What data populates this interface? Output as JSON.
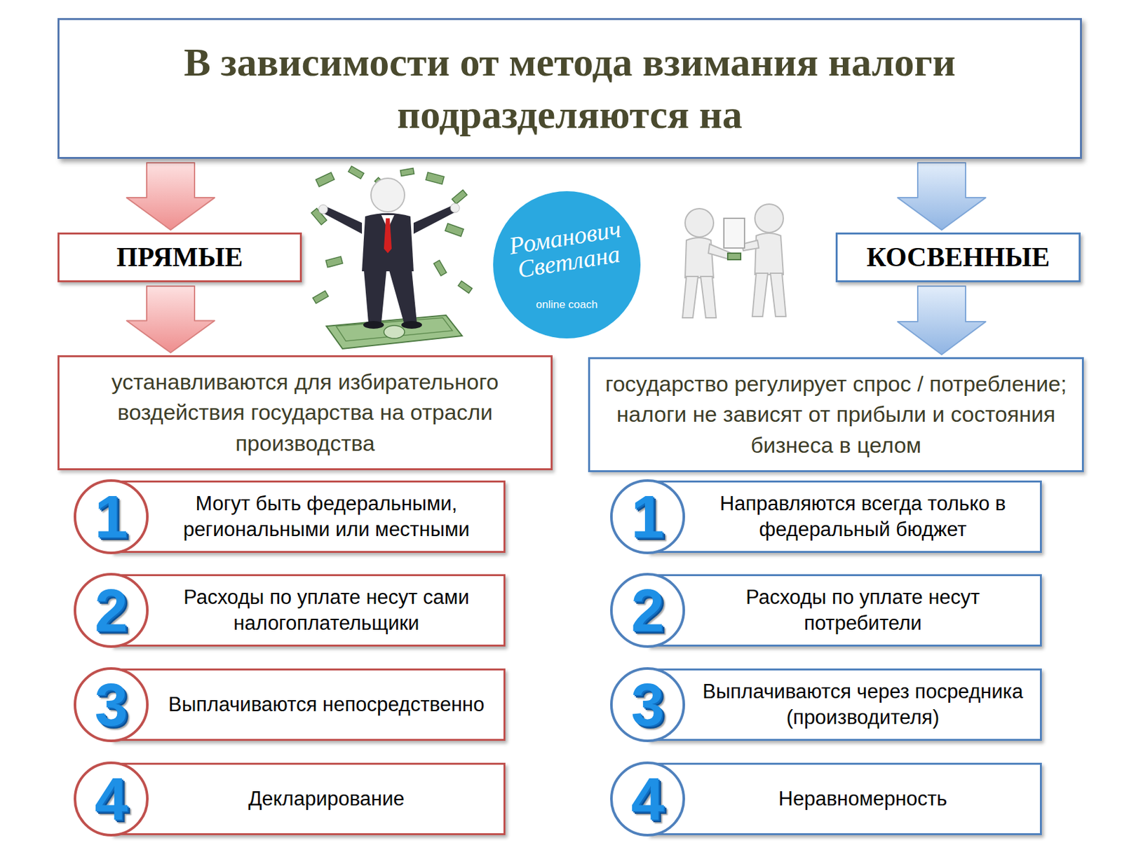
{
  "diagram": {
    "nodes": [
      {
        "text": [
          "В зависимости от метода взимания налоги подразделяются на"
        ]
      },
      {
        "text": [
          "ПРЯМЫЕ"
        ]
      },
      {
        "text": [
          "КОСВЕННЫЕ"
        ]
      },
      {
        "text": [
          "устанавливаются для избирательного воздействия государства на отрасли производства"
        ]
      },
      {
        "text": [
          "государство регулирует спрос / потребление; налоги не зависят от прибыли и состояния бизнеса в целом"
        ]
      },
      {
        "text": [
          "1"
        ]
      },
      {
        "text": [
          "Могут быть федеральными, региональными или местными"
        ]
      },
      {
        "text": [
          "2"
        ]
      },
      {
        "text": [
          "Расходы по уплате несут сами налогоплательщики"
        ]
      },
      {
        "text": [
          "3"
        ]
      },
      {
        "text": [
          "Выплачиваются непосредственно"
        ]
      },
      {
        "text": [
          "4"
        ]
      },
      {
        "text": [
          "Декларирование"
        ]
      },
      {
        "text": [
          "1"
        ]
      },
      {
        "text": [
          "Направляются всегда только в федеральный бюджет"
        ]
      },
      {
        "text": [
          "2"
        ]
      },
      {
        "text": [
          "Расходы по уплате несут потребители"
        ]
      },
      {
        "text": [
          "3"
        ]
      },
      {
        "text": [
          "Выплачиваются через посредника (производителя)"
        ]
      },
      {
        "text": [
          "4"
        ]
      },
      {
        "text": [
          "Неравномерность"
        ]
      }
    ],
    "edges": [
      {
        "from": 0,
        "to": 1,
        "arrow": "to"
      },
      {
        "from": 1,
        "to": 3,
        "arrow": "to"
      },
      {
        "from": 0,
        "to": 2,
        "arrow": "to"
      },
      {
        "from": 2,
        "to": 4,
        "arrow": "to"
      }
    ],
    "labels": [
      "Романович Светлана",
      "online coach"
    ]
  }
}
